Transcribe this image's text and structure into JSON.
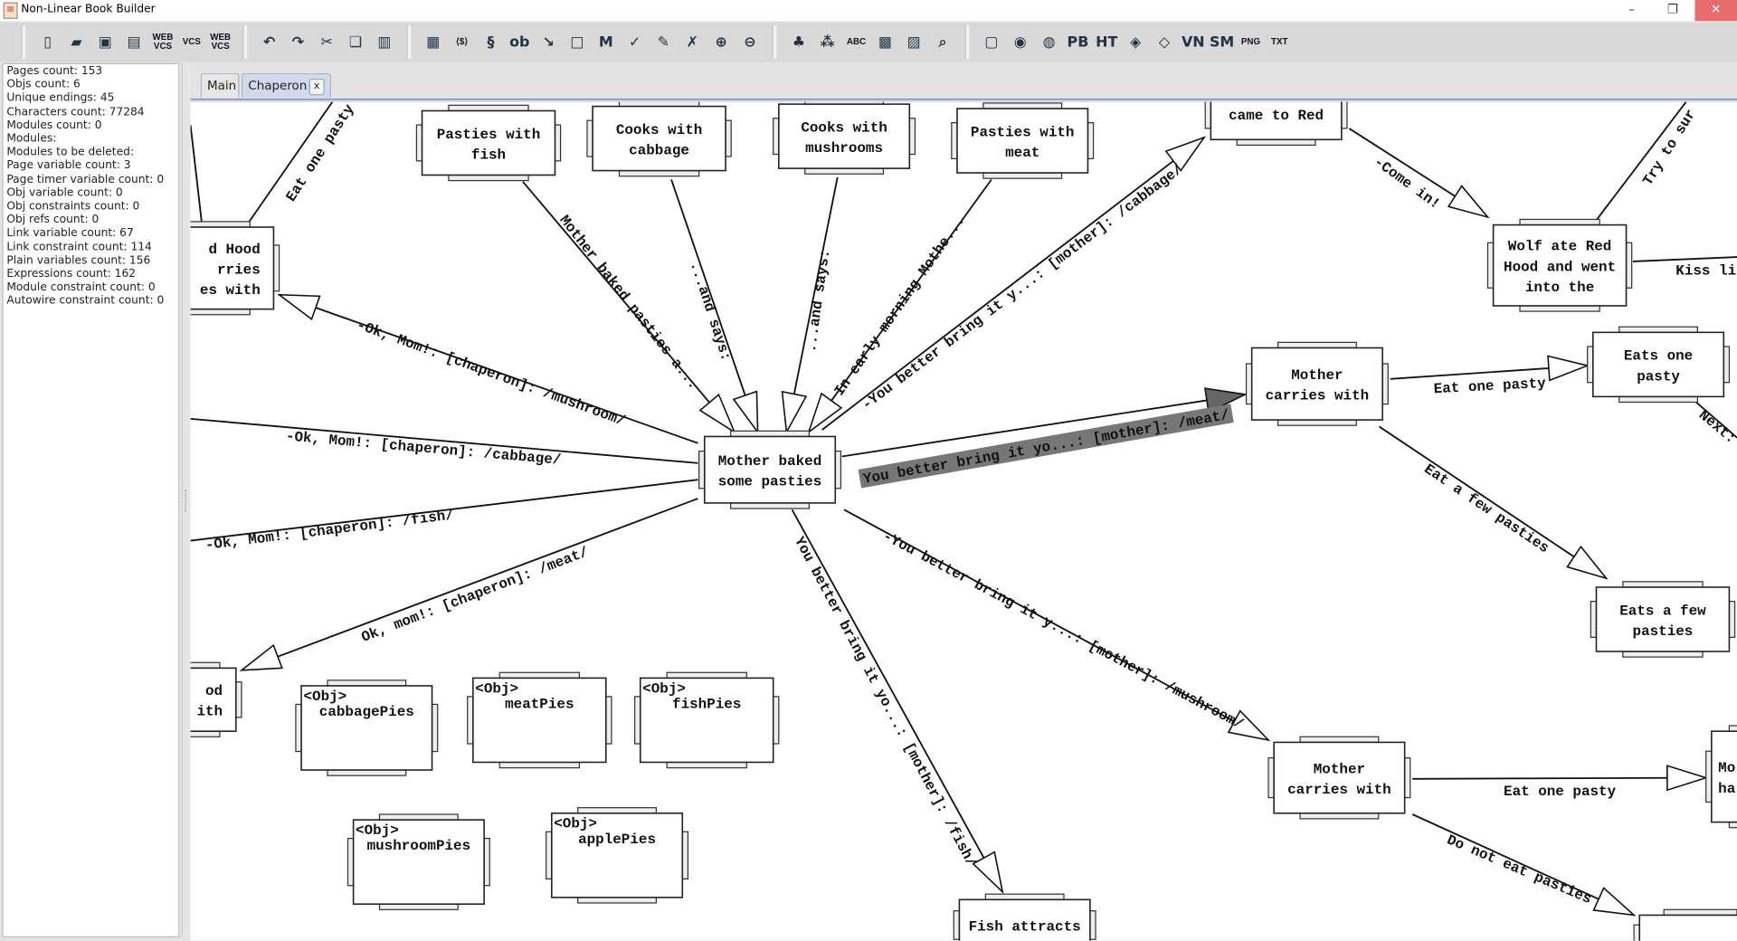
{
  "window": {
    "title": "Non-Linear Book Builder",
    "minimize": "–",
    "maximize": "❐",
    "close": "✕"
  },
  "toolbar": {
    "buttons": [
      {
        "icon": "new-file-icon",
        "glyph": "▯"
      },
      {
        "icon": "open-folder-icon",
        "glyph": "▰"
      },
      {
        "icon": "save-icon",
        "glyph": "▣"
      },
      {
        "icon": "save-as-icon",
        "glyph": "▤"
      },
      {
        "icon": "web-vcs-disabled-icon",
        "glyph": "WEB VCS"
      },
      {
        "icon": "vcs-icon",
        "glyph": "VCS"
      },
      {
        "icon": "web-vcs-icon",
        "glyph": "WEB VCS"
      },
      {
        "icon": "undo-icon",
        "glyph": "↶"
      },
      {
        "icon": "redo-icon",
        "glyph": "↷"
      },
      {
        "icon": "cut-icon",
        "glyph": "✂"
      },
      {
        "icon": "copy-icon",
        "glyph": "❏"
      },
      {
        "icon": "paste-icon",
        "glyph": "▥"
      },
      {
        "icon": "page-icon",
        "glyph": "▦"
      },
      {
        "icon": "variable-icon",
        "glyph": "⟨$⟩"
      },
      {
        "icon": "script-icon",
        "glyph": "§"
      },
      {
        "icon": "object-icon",
        "glyph": "ob"
      },
      {
        "icon": "link-icon",
        "glyph": "↘"
      },
      {
        "icon": "start-point-icon",
        "glyph": "□"
      },
      {
        "icon": "module-icon",
        "glyph": "M"
      },
      {
        "icon": "check-icon",
        "glyph": "✓"
      },
      {
        "icon": "edit-icon",
        "glyph": "✎"
      },
      {
        "icon": "delete-icon",
        "glyph": "✗"
      },
      {
        "icon": "zoom-in-icon",
        "glyph": "⊕"
      },
      {
        "icon": "zoom-out-icon",
        "glyph": "⊖"
      },
      {
        "icon": "leaf-icon",
        "glyph": "♣"
      },
      {
        "icon": "graph-icon",
        "glyph": "⁂"
      },
      {
        "icon": "spellcheck-icon",
        "glyph": "ABC"
      },
      {
        "icon": "properties-icon",
        "glyph": "▩"
      },
      {
        "icon": "settings-icon",
        "glyph": "▨"
      },
      {
        "icon": "find-icon",
        "glyph": "⌕"
      },
      {
        "icon": "export-icon",
        "glyph": "▢"
      },
      {
        "icon": "export-red-icon",
        "glyph": "◉"
      },
      {
        "icon": "export-green-icon",
        "glyph": "◍"
      },
      {
        "icon": "export-pb-icon",
        "glyph": "PB"
      },
      {
        "icon": "export-ht-icon",
        "glyph": "HT"
      },
      {
        "icon": "export-book-icon",
        "glyph": "◈"
      },
      {
        "icon": "export-game-icon",
        "glyph": "◇"
      },
      {
        "icon": "export-vn-icon",
        "glyph": "VN"
      },
      {
        "icon": "export-sm-icon",
        "glyph": "SM"
      },
      {
        "icon": "export-png-icon",
        "glyph": "PNG"
      },
      {
        "icon": "export-txt-icon",
        "glyph": "TXT"
      }
    ]
  },
  "stats": [
    "Pages count: 153",
    "Objs count: 6",
    "Unique endings: 45",
    "Characters count: 77284",
    "Modules count: 0",
    "Modules:",
    "Modules to be deleted:",
    "Page variable count: 3",
    "Page timer variable count: 0",
    "Obj variable count: 0",
    "Obj constraints count: 0",
    "Obj refs count: 0",
    "Link variable count: 67",
    "Link constraint count: 114",
    "Plain variables count: 156",
    "Expressions count: 162",
    "Module constraint count: 0",
    "Autowire constraint count: 0"
  ],
  "tabs": {
    "main": "Main",
    "active": "Chaperon",
    "close": "x"
  },
  "graph": {
    "nodes": [
      {
        "lines": [
          "d Hood",
          "rries",
          "es with"
        ]
      },
      {
        "lines": [
          "Pasties with",
          "fish"
        ]
      },
      {
        "lines": [
          "Cooks with",
          "cabbage"
        ]
      },
      {
        "lines": [
          "Cooks with",
          "mushrooms"
        ]
      },
      {
        "lines": [
          "Pasties with",
          "meat"
        ]
      },
      {
        "lines": [
          "came to Red"
        ]
      },
      {
        "lines": [
          "Wolf ate Red",
          "Hood and went",
          "into the"
        ]
      },
      {
        "lines": [
          "Mother baked",
          "some pasties"
        ]
      },
      {
        "lines": [
          "Mother",
          "carries with"
        ]
      },
      {
        "lines": [
          "Eats one",
          "pasty"
        ]
      },
      {
        "lines": [
          "Eats a few",
          "pasties"
        ]
      },
      {
        "lines": [
          "Mother",
          "carries with"
        ]
      },
      {
        "lines": [
          "Mo",
          "ha"
        ]
      },
      {
        "lines": [
          "Fish attracts"
        ]
      },
      {
        "lines": []
      },
      {
        "lines": [
          "od",
          "ith"
        ]
      }
    ],
    "objects": [
      {
        "tag": "<Obj>",
        "name": "cabbagePies"
      },
      {
        "tag": "<Obj>",
        "name": "meatPies"
      },
      {
        "tag": "<Obj>",
        "name": "fishPies"
      },
      {
        "tag": "<Obj>",
        "name": "mushroomPies"
      },
      {
        "tag": "<Obj>",
        "name": "applePies"
      }
    ],
    "edges": [
      {
        "label": ""
      },
      {
        "label": "Eat one pasty"
      },
      {
        "label": "Mother baked pasties a..."
      },
      {
        "label": "...and says:"
      },
      {
        "label": "...and says:"
      },
      {
        "label": "In early morning Mothe..."
      },
      {
        "label": "-You better bring it y...: [mother]: /cabbage/"
      },
      {
        "label": "-Come in!"
      },
      {
        "label": "Try to sur"
      },
      {
        "label": "Kiss li"
      },
      {
        "label": "-Ok, Mom!: [chaperon]: /mushroom/"
      },
      {
        "label": "-Ok, Mom!: [chaperon]: /cabbage/"
      },
      {
        "label": "-Ok, Mom!: [chaperon]: /fish/"
      },
      {
        "label": "Ok, mom!: [chaperon]: /meat/"
      },
      {
        "label": "You better bring it yo...: [mother]: /meat/"
      },
      {
        "label": "Eat one pasty"
      },
      {
        "label": "Next:"
      },
      {
        "label": "Eat a few pasties"
      },
      {
        "label": "-You better bring it y...: [mother]: /mushroom/"
      },
      {
        "label": "You better bring it yo...: [mother]: /fish/"
      },
      {
        "label": "Eat one pasty"
      },
      {
        "label": "Do not eat pasties"
      }
    ]
  }
}
